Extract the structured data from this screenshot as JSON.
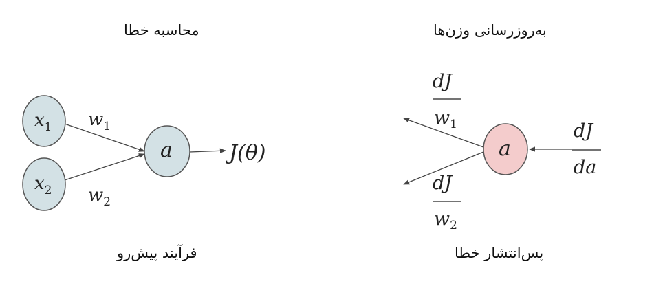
{
  "captions": {
    "error_computation": "محاسبه خطا",
    "weights_update": "به‌روزرسانی وزن‌ها",
    "forward_process": "فرآیند پیش‌رو",
    "backprop_error": "پس‌انتشار خطا"
  },
  "forward": {
    "input1": {
      "var": "x",
      "sub": "1"
    },
    "input2": {
      "var": "x",
      "sub": "2"
    },
    "weight1": {
      "var": "w",
      "sub": "1"
    },
    "weight2": {
      "var": "w",
      "sub": "2"
    },
    "neuron": "a",
    "output": "J(θ)"
  },
  "backward": {
    "neuron": "a",
    "incoming_grad": {
      "num": "dJ",
      "den": "da"
    },
    "grad_w1": {
      "num": "dJ",
      "den": {
        "var": "w",
        "sub": "1"
      }
    },
    "grad_w2": {
      "num": "dJ",
      "den": {
        "var": "w",
        "sub": "2"
      }
    }
  },
  "colors": {
    "input_node": "#d3e1e5",
    "neuron_forward": "#d3e1e5",
    "neuron_backward": "#f4cccc",
    "node_stroke": "#555555",
    "arrow": "#444444"
  }
}
